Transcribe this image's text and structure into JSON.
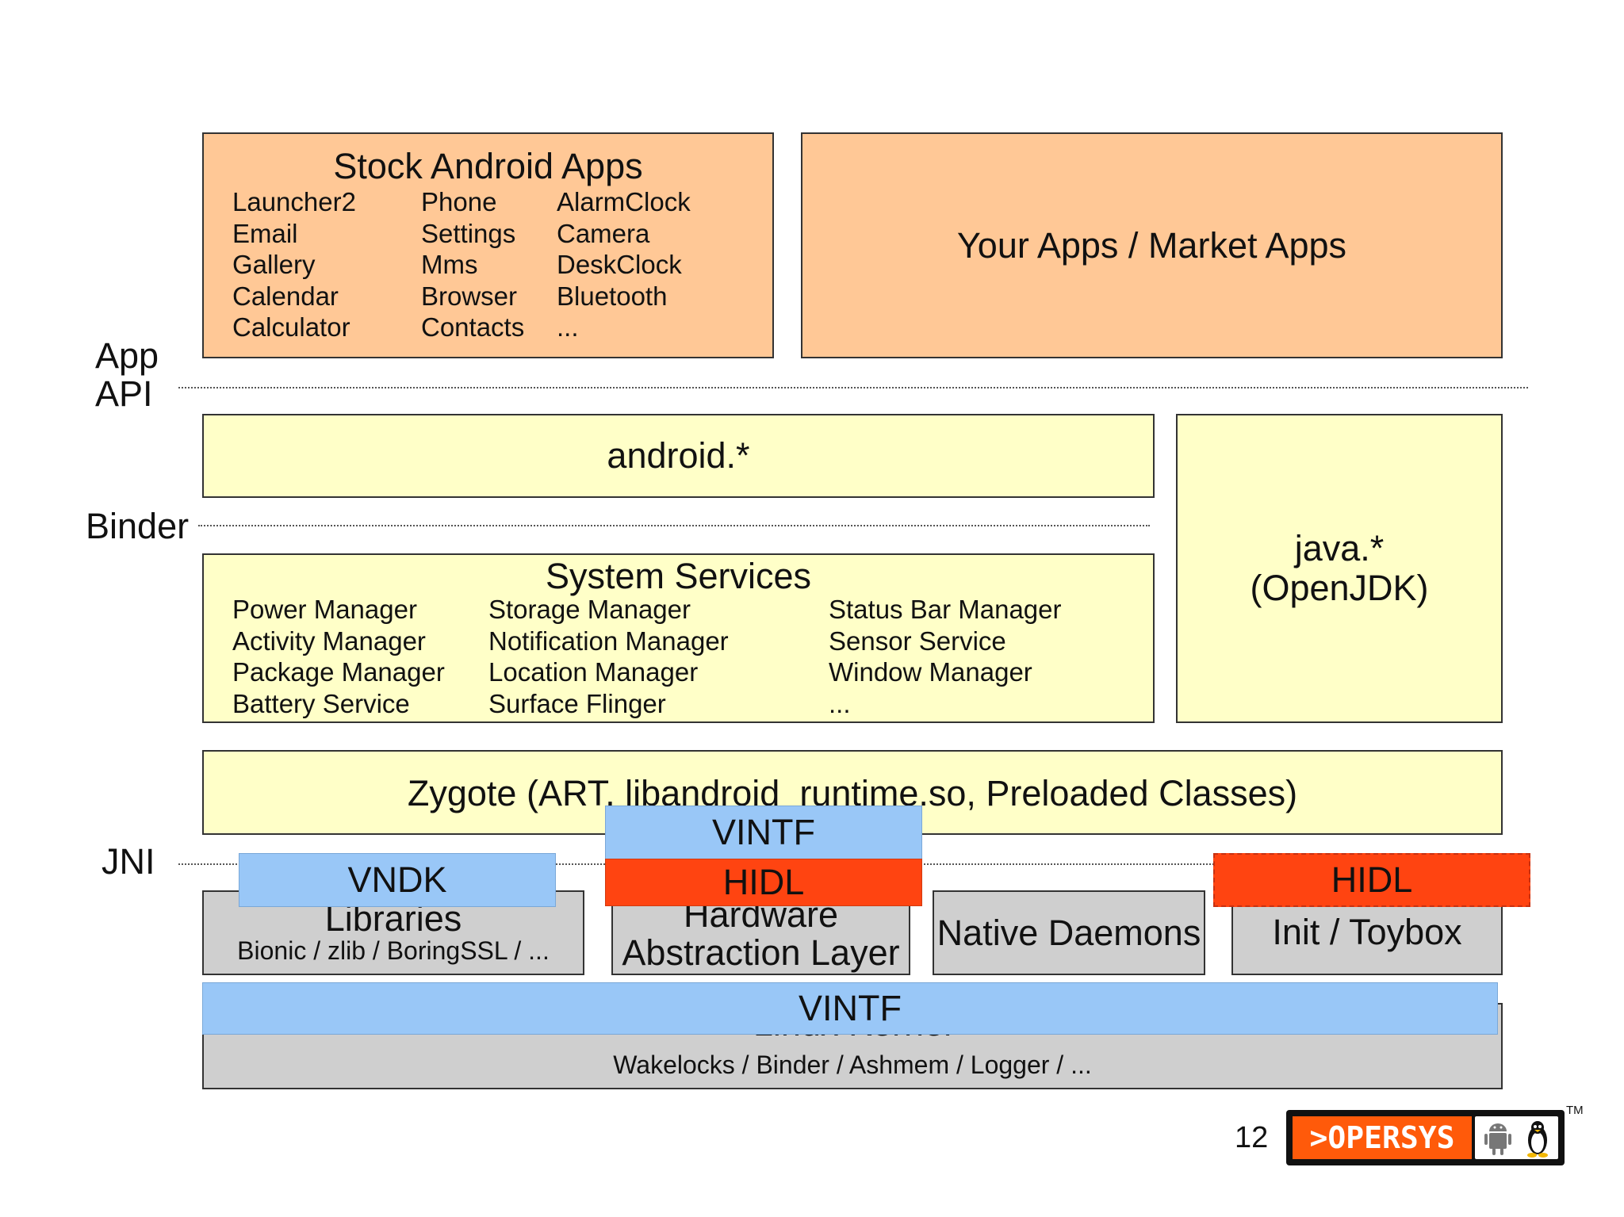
{
  "stock_apps": {
    "title": "Stock Android Apps",
    "col1": [
      "Launcher2",
      "Email",
      "Gallery",
      "Calendar",
      "Calculator"
    ],
    "col2": [
      "Phone",
      "Settings",
      "Mms",
      "Browser",
      "Contacts"
    ],
    "col3": [
      "AlarmClock",
      "Camera",
      "DeskClock",
      "Bluetooth",
      "..."
    ]
  },
  "your_apps": {
    "title": "Your Apps / Market Apps"
  },
  "labels": {
    "app_api_line1": "App",
    "app_api_line2": "API",
    "binder": "Binder",
    "jni": "JNI"
  },
  "android_pkg": {
    "title": "android.*"
  },
  "java_pkg": {
    "line1": "java.*",
    "line2": "(OpenJDK)"
  },
  "system_services": {
    "title": "System Services",
    "col1": [
      "Power Manager",
      "Activity Manager",
      "Package Manager",
      "Battery Service"
    ],
    "col2": [
      "Storage Manager",
      "Notification Manager",
      "Location Manager",
      "Surface Flinger"
    ],
    "col3": [
      "Status Bar Manager",
      "Sensor Service",
      "Window Manager",
      "..."
    ]
  },
  "zygote": {
    "title": "Zygote (ART, libandroid_runtime.so, Preloaded Classes)"
  },
  "libraries": {
    "title": "Libraries",
    "subtitle": "Bionic / zlib / BoringSSL / ..."
  },
  "hal": {
    "line1": "Hardware",
    "line2": "Abstraction Layer"
  },
  "native_daemons": {
    "title": "Native Daemons"
  },
  "init": {
    "title": "Init / Toybox"
  },
  "kernel": {
    "title": "Linux Kernel",
    "subtitle": "Wakelocks / Binder / Ashmem / Logger / ..."
  },
  "overlays": {
    "vndk": "VNDK",
    "vintf_top": "VINTF",
    "hidl_center": "HIDL",
    "hidl_right": "HIDL",
    "vintf_bottom": "VINTF"
  },
  "footer": {
    "page_number": "12",
    "logo_text": ">OPERSYS",
    "tm": "TM"
  },
  "colors": {
    "apps": "#ffc896",
    "framework": "#ffffc8",
    "native": "#cfcfcf",
    "vintf": "#99c7f7",
    "hidl": "#ff4411",
    "logo": "#ff5a0a"
  }
}
